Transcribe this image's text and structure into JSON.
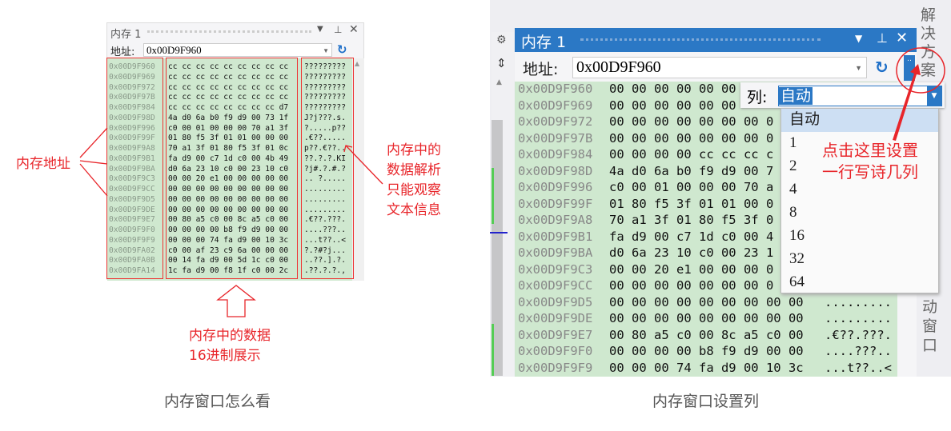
{
  "left": {
    "title": "内存 1",
    "addr_label": "地址:",
    "addr_value": "0x00D9F960",
    "rows": [
      [
        "0x00D9F960",
        "cc cc cc cc cc cc cc cc cc",
        "?????????"
      ],
      [
        "0x00D9F969",
        "cc cc cc cc cc cc cc cc cc",
        "?????????"
      ],
      [
        "0x00D9F972",
        "cc cc cc cc cc cc cc cc cc",
        "?????????"
      ],
      [
        "0x00D9F97B",
        "cc cc cc cc cc cc cc cc cc",
        "?????????"
      ],
      [
        "0x00D9F984",
        "cc cc cc cc cc cc cc cc d7",
        "?????????"
      ],
      [
        "0x00D9F98D",
        "4a d0 6a b0 f9 d9 00 73 1f",
        "J?j???.s."
      ],
      [
        "0x00D9F996",
        "c0 00 01 00 00 00 70 a1 3f",
        "?.....p??"
      ],
      [
        "0x00D9F99F",
        "01 80 f5 3f 01 01 00 00 00",
        ".€??....."
      ],
      [
        "0x00D9F9A8",
        "70 a1 3f 01 80 f5 3f 01 0c",
        "p??.€??.."
      ],
      [
        "0x00D9F9B1",
        "fa d9 00 c7 1d c0 00 4b 49",
        "??.?.?.KI"
      ],
      [
        "0x00D9F9BA",
        "d0 6a 23 10 c0 00 23 10 c0",
        "?j#.?.#.?"
      ],
      [
        "0x00D9F9C3",
        "00 00 20 e1 00 00 00 00 00",
        ".. ?....."
      ],
      [
        "0x00D9F9CC",
        "00 00 00 00 00 00 00 00 00",
        "........."
      ],
      [
        "0x00D9F9D5",
        "00 00 00 00 00 00 00 00 00",
        "........."
      ],
      [
        "0x00D9F9DE",
        "00 00 00 00 00 00 00 00 00",
        "........."
      ],
      [
        "0x00D9F9E7",
        "00 80 a5 c0 00 8c a5 c0 00",
        ".€??.???."
      ],
      [
        "0x00D9F9F0",
        "00 00 00 00 b8 f9 d9 00 00",
        "....???.."
      ],
      [
        "0x00D9F9F9",
        "00 00 00 74 fa d9 00 10 3c",
        "...t??..<"
      ],
      [
        "0x00D9FA02",
        "c0 00 af 23 c9 6a 00 00 00",
        "?.?#?j..."
      ],
      [
        "0x00D9FA0B",
        "00 14 fa d9 00 5d 1c c0 00",
        "..??.].?."
      ],
      [
        "0x00D9FA14",
        "1c fa d9 00 f8 1f c0 00 2c",
        ".??.?.?.,"
      ]
    ],
    "ann_addr": "内存地址",
    "ann_ascii": [
      "内存中的",
      "数据解析",
      "只能观察",
      "文本信息"
    ],
    "ann_hex": [
      "内存中的数据",
      "16进制展示"
    ],
    "caption": "内存窗口怎么看"
  },
  "right": {
    "title": "内存 1",
    "addr_label": "地址:",
    "addr_value": "0x00D9F960",
    "side_text": "解决方案",
    "side_text2": "动窗口",
    "rows": [
      [
        "0x00D9F960",
        "00 00 00 00 00 00",
        ""
      ],
      [
        "0x00D9F969",
        "00 00 00 00 00 00",
        ""
      ],
      [
        "0x00D9F972",
        "00 00 00 00 00 00 00 0",
        ""
      ],
      [
        "0x00D9F97B",
        "00 00 00 00 00 00 00 0",
        ""
      ],
      [
        "0x00D9F984",
        "00 00 00 00 cc cc cc c",
        ""
      ],
      [
        "0x00D9F98D",
        "4a d0 6a b0 f9 d9 00 7",
        ""
      ],
      [
        "0x00D9F996",
        "c0 00 01 00 00 00 70 a",
        ""
      ],
      [
        "0x00D9F99F",
        "01 80 f5 3f 01 01 00 0",
        ""
      ],
      [
        "0x00D9F9A8",
        "70 a1 3f 01 80 f5 3f 0",
        ""
      ],
      [
        "0x00D9F9B1",
        "fa d9 00 c7 1d c0 00 4",
        ""
      ],
      [
        "0x00D9F9BA",
        "d0 6a 23 10 c0 00 23 1",
        ""
      ],
      [
        "0x00D9F9C3",
        "00 00 20 e1 00 00 00 0",
        ""
      ],
      [
        "0x00D9F9CC",
        "00 00 00 00 00 00 00 0",
        ""
      ],
      [
        "0x00D9F9D5",
        "00 00 00 00 00 00 00 00 00",
        "........."
      ],
      [
        "0x00D9F9DE",
        "00 00 00 00 00 00 00 00 00",
        "........."
      ],
      [
        "0x00D9F9E7",
        "00 80 a5 c0 00 8c a5 c0 00",
        ".€??.???."
      ],
      [
        "0x00D9F9F0",
        "00 00 00 00 b8 f9 d9 00 00",
        "....???.."
      ],
      [
        "0x00D9F9F9",
        "00 00 00 74 fa d9 00 10 3c",
        "...t??..<"
      ]
    ],
    "columns_label": "列:",
    "columns_value": "自动",
    "column_options": [
      "自动",
      "1",
      "2",
      "4",
      "8",
      "16",
      "32",
      "64"
    ],
    "annotation": [
      "点击这里设置",
      "一行写诗几列"
    ],
    "caption": "内存窗口设置列"
  },
  "colors": {
    "accent": "#2b78c5",
    "highlight": "#cfe8cf",
    "annotation": "#e8252a"
  }
}
